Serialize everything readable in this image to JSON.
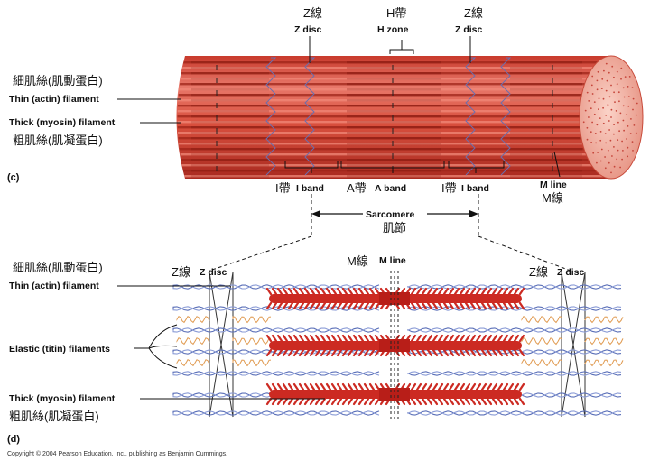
{
  "panel_c": {
    "label": "(c)",
    "top_labels": {
      "z_left_zh": "Z線",
      "z_left_en": "Z disc",
      "h_zh": "H帶",
      "h_en": "H zone",
      "z_right_zh": "Z線",
      "z_right_en": "Z disc"
    },
    "thin_filament_zh": "細肌絲(肌動蛋白)",
    "thin_filament_en": "Thin (actin) filament",
    "thick_filament_en": "Thick (myosin) filament",
    "thick_filament_zh": "粗肌絲(肌凝蛋白)",
    "i_band_left_zh": "I帶",
    "i_band_left_en": "I band",
    "a_band_zh": "A帶",
    "a_band_en": "A band",
    "i_band_right_zh": "I帶",
    "i_band_right_en": "I band",
    "m_line_en": "M line",
    "m_line_zh": "M線",
    "sarcomere_en": "Sarcomere",
    "sarcomere_zh": "肌節"
  },
  "panel_d": {
    "label": "(d)",
    "thin_filament_zh": "細肌絲(肌動蛋白)",
    "thin_filament_en": "Thin (actin) filament",
    "z_left_zh": "Z線",
    "z_left_en": "Z disc",
    "m_zh": "M線",
    "m_en": "M line",
    "z_right_zh": "Z線",
    "z_right_en": "Z disc",
    "elastic_en": "Elastic (titin) filaments",
    "thick_filament_en": "Thick (myosin) filament",
    "thick_filament_zh": "粗肌絲(肌凝蛋白)"
  },
  "copyright": "Copyright © 2004 Pearson Education, Inc., publishing as Benjamin Cummings.",
  "colors": {
    "muscle_red": "#d94a3a",
    "muscle_dark": "#b8322a",
    "myosin_red": "#cc2a22",
    "actin_blue": "#5a6fb8",
    "titin_orange": "#e09a50"
  }
}
